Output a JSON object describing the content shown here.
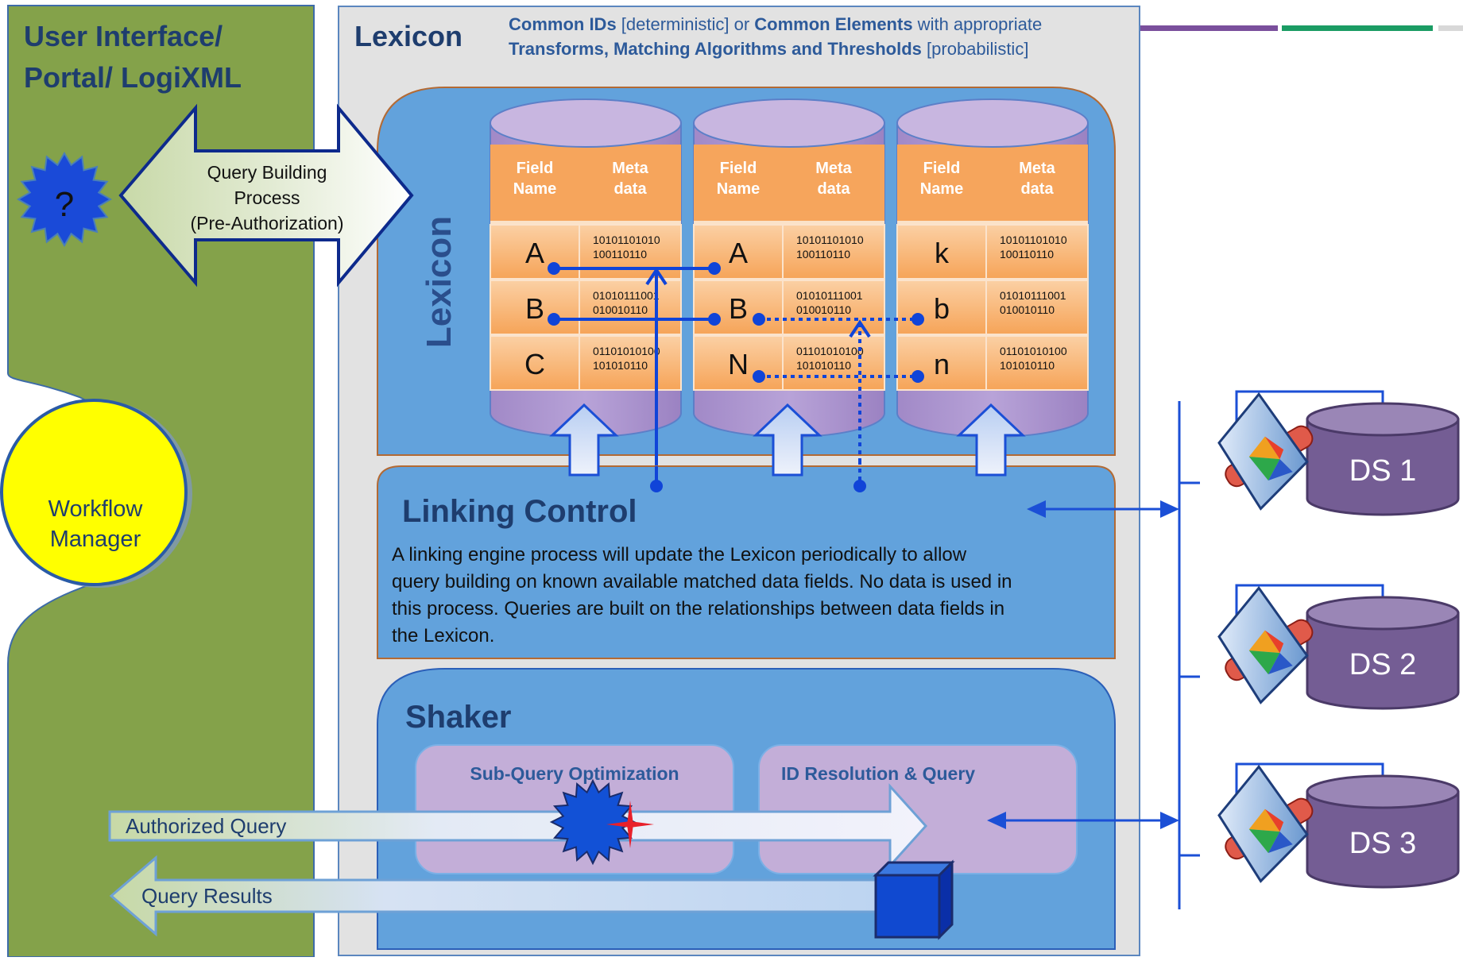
{
  "ui_panel": {
    "title_line1": "User Interface/",
    "title_line2": "Portal/ LogiXML",
    "workflow_line1": "Workflow",
    "workflow_line2": "Manager",
    "question_mark": "?"
  },
  "query_building": {
    "line1": "Query Building",
    "line2": "Process",
    "line3": "(Pre-Authorization)"
  },
  "lexicon_panel": {
    "title": "Lexicon",
    "vertical_label": "Lexicon",
    "subtitle": {
      "b1": "Common IDs",
      "t1": " [deterministic] or ",
      "b2": "Common Elements",
      "t2": " with appropriate",
      "b3": "Transforms, Matching Algorithms and Thresholds",
      "t3": " [probabilistic]"
    }
  },
  "tables": [
    {
      "header": {
        "col1_line1": "Field",
        "col1_line2": "Name",
        "col2_line1": "Meta",
        "col2_line2": "data"
      },
      "rows": [
        {
          "field": "A",
          "meta1": "10101101010",
          "meta2": "100110110"
        },
        {
          "field": "B",
          "meta1": "01010111001",
          "meta2": "010010110"
        },
        {
          "field": "C",
          "meta1": "01101010100",
          "meta2": "101010110"
        }
      ]
    },
    {
      "header": {
        "col1_line1": "Field",
        "col1_line2": "Name",
        "col2_line1": "Meta",
        "col2_line2": "data"
      },
      "rows": [
        {
          "field": "A",
          "meta1": "10101101010",
          "meta2": "100110110"
        },
        {
          "field": "B",
          "meta1": "01010111001",
          "meta2": "010010110"
        },
        {
          "field": "N",
          "meta1": "01101010100",
          "meta2": "101010110"
        }
      ]
    },
    {
      "header": {
        "col1_line1": "Field",
        "col1_line2": "Name",
        "col2_line1": "Meta",
        "col2_line2": "data"
      },
      "rows": [
        {
          "field": "k",
          "meta1": "10101101010",
          "meta2": "100110110"
        },
        {
          "field": "b",
          "meta1": "01010111001",
          "meta2": "010010110"
        },
        {
          "field": "n",
          "meta1": "01101010100",
          "meta2": "101010110"
        }
      ]
    }
  ],
  "linking_control": {
    "title": "Linking Control",
    "line1": "A linking engine process will update the Lexicon periodically to allow",
    "line2": "query building on known available matched data fields.  No data is used in",
    "line3": "this process.  Queries are built on the relationships between data fields in",
    "line4": "the Lexicon."
  },
  "shaker": {
    "title": "Shaker",
    "subquery_label": "Sub-Query Optimization",
    "id_resolution_label": "ID Resolution & Query"
  },
  "flows": {
    "authorized_query": "Authorized Query",
    "query_results": "Query Results"
  },
  "data_sources": [
    "DS 1",
    "DS 2",
    "DS 3"
  ],
  "colors": {
    "ui_green": "#84a24a",
    "workflow_yellow": "#ffff00",
    "lexicon_gray": "#e2e2e2",
    "panel_blue": "#62a2dc",
    "table_orange": "#f6a55c",
    "cylinder_purple": "#9c82c2",
    "ds_purple": "#745d94",
    "title_navy": "#1e3d6e",
    "link_blue": "#1044d8",
    "accent_green": "#1b9c64",
    "accent_purple": "#7a4f9c"
  }
}
